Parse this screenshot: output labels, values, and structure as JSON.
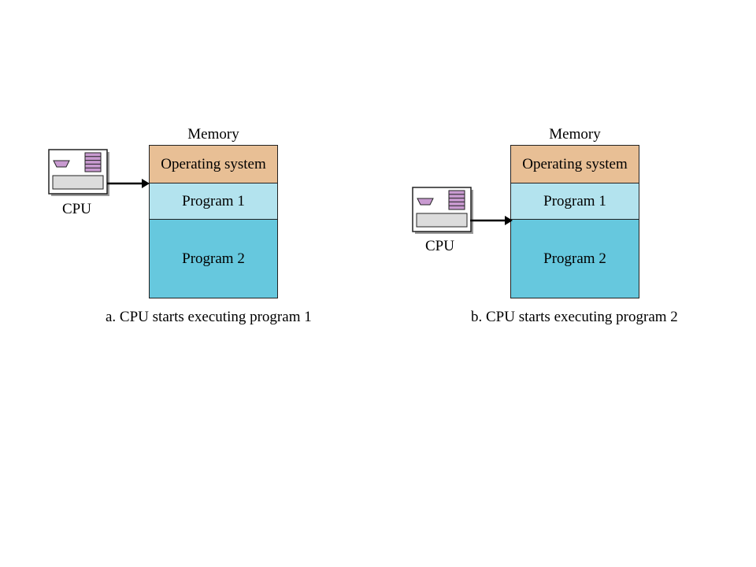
{
  "memory_title": "Memory",
  "segments": {
    "os": "Operating system",
    "program1": "Program 1",
    "program2": "Program 2"
  },
  "cpu_label": "CPU",
  "captions": {
    "a": "a. CPU starts executing program 1",
    "b": "b. CPU starts executing program 2"
  },
  "colors": {
    "os": "#e8bf95",
    "program1": "#b3e3ee",
    "program2": "#66c8de",
    "cpu_accent": "#c89ad0"
  },
  "icons": [
    "cpu-icon",
    "arrow-icon"
  ]
}
